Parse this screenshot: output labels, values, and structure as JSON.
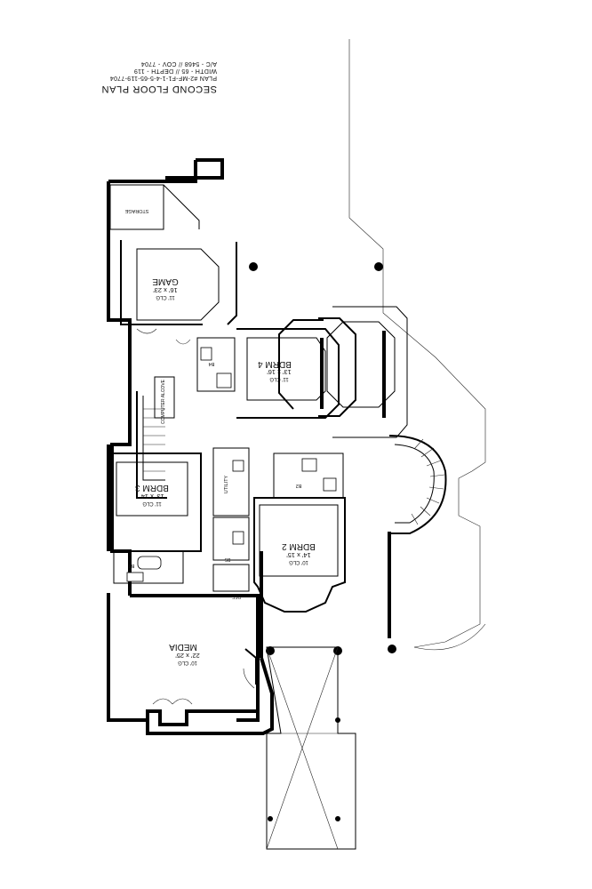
{
  "title": {
    "main": "SECOND FLOOR PLAN",
    "line1": "PLAN #2-MF-F1-1-4-5-65-119-7704",
    "line2": "WIDTH - 65 // DEPTH - 119",
    "line3": "A/C - 5468 // COV - 7704"
  },
  "rooms": {
    "game": {
      "name": "GAME",
      "dims": "16' x 23'",
      "clg": "11' CLG"
    },
    "bdrm4": {
      "name": "BDRM 4",
      "dims": "13' x 16'",
      "clg": "11' CLG"
    },
    "bdrm3": {
      "name": "BDRM 3",
      "dims": "13' x 14'",
      "clg": "11' CLG"
    },
    "bdrm2": {
      "name": "BDRM 2",
      "dims": "14' x 15'",
      "clg": "10' CLG"
    },
    "media": {
      "name": "MEDIA",
      "dims": "22' x 25'",
      "clg": "10' CLG"
    }
  },
  "labels": {
    "storage": "STORAGE",
    "b4": "B4",
    "b3": "B3",
    "b2": "B2",
    "b5": "B5",
    "utility": "UTILITY",
    "computer_alcove": "COMPUTER ALCOVE",
    "ref": "REF"
  }
}
